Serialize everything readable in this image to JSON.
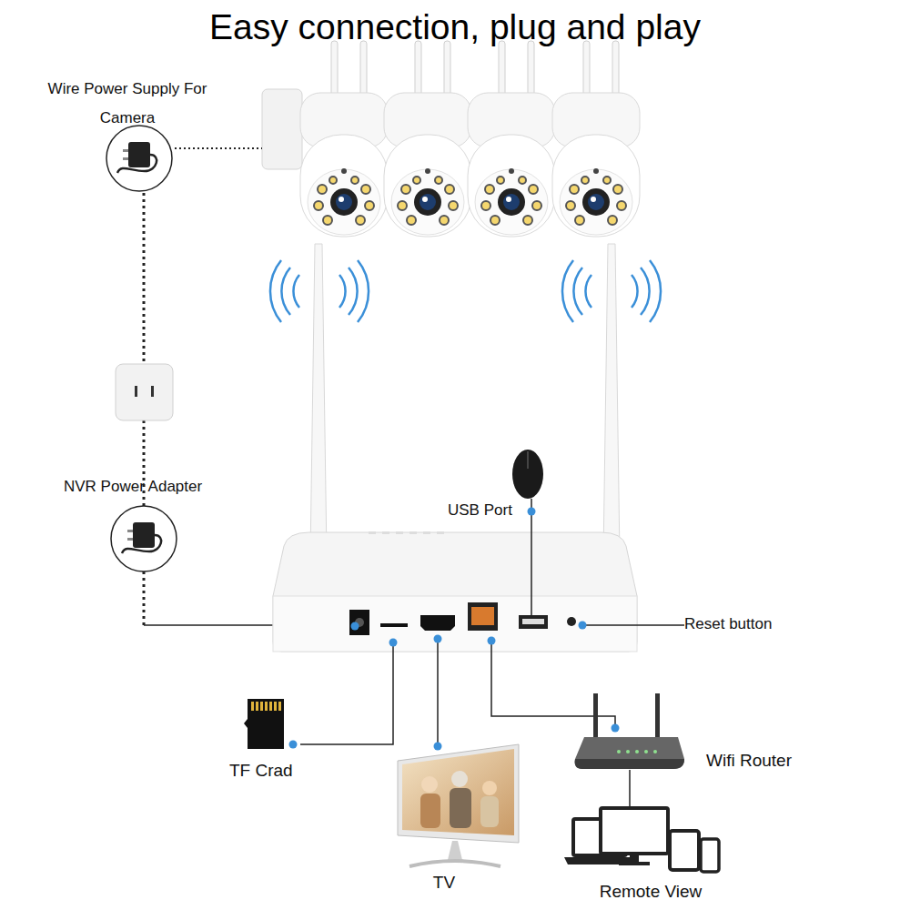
{
  "diagram": {
    "title": "Easy connection, plug and play",
    "labels": [
      "Wire Power Supply For Camera",
      "NVR Power Adapter",
      "USB Port",
      "Reset button",
      "TF Crad",
      "TV",
      "Wifi Router",
      "Remote View"
    ]
  }
}
